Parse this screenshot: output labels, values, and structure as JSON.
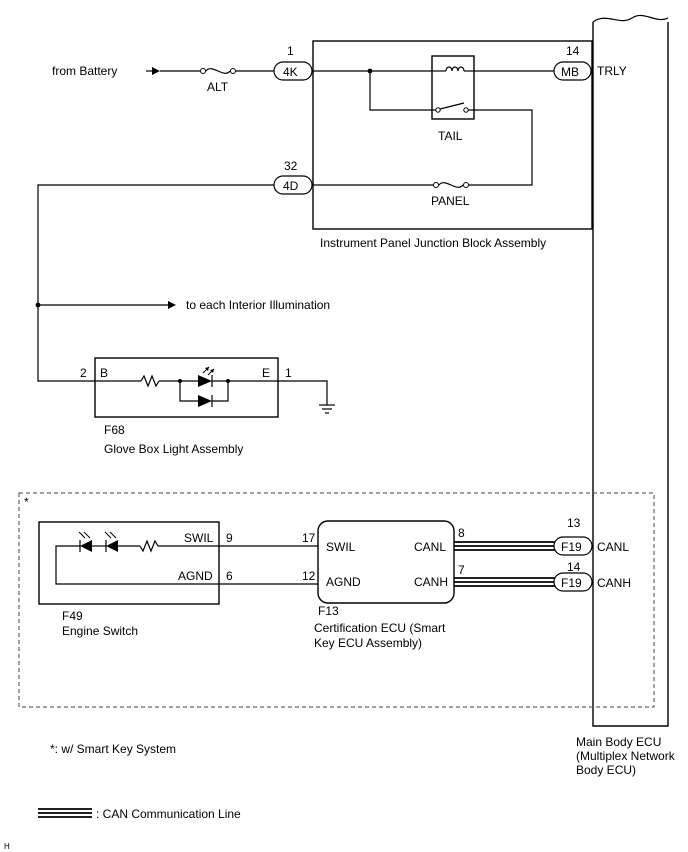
{
  "source": {
    "label": "from Battery"
  },
  "fuses": {
    "alt": "ALT",
    "panel": "PANEL",
    "tail": "TAIL"
  },
  "connectors": {
    "4K": {
      "code": "4K",
      "pin": "1"
    },
    "4D": {
      "code": "4D",
      "pin": "32"
    },
    "MB": {
      "code": "MB",
      "pin": "14",
      "signal": "TRLY"
    },
    "F19_canl": {
      "code": "F19",
      "pin": "13",
      "signal": "CANL"
    },
    "F19_canh": {
      "code": "F19",
      "pin": "14",
      "signal": "CANH"
    }
  },
  "junction_block": {
    "name": "Instrument Panel Junction Block Assembly"
  },
  "interior_illumination": {
    "label": "to each Interior Illumination"
  },
  "glove_box": {
    "code": "F68",
    "name": "Glove Box Light Assembly",
    "terminal_b": "B",
    "terminal_e": "E",
    "pin_b": "2",
    "pin_e": "1"
  },
  "engine_switch": {
    "code": "F49",
    "name": "Engine Switch",
    "swil": "SWIL",
    "agnd": "AGND",
    "pin_swil": "9",
    "pin_agnd": "6"
  },
  "cert_ecu": {
    "code": "F13",
    "name_line1": "Certification ECU (Smart",
    "name_line2": "Key ECU Assembly)",
    "swil": "SWIL",
    "agnd": "AGND",
    "canl": "CANL",
    "canh": "CANH",
    "pin_swil": "17",
    "pin_agnd": "12",
    "pin_canl": "8",
    "pin_canh": "7"
  },
  "main_body_ecu": {
    "line1": "Main Body ECU",
    "line2": "(Multiplex Network",
    "line3": "Body ECU)"
  },
  "smart_key_note": {
    "marker": "*",
    "text": "*: w/ Smart Key System"
  },
  "legend": {
    "can_line": ": CAN Communication Line"
  },
  "corner_mark": "H"
}
